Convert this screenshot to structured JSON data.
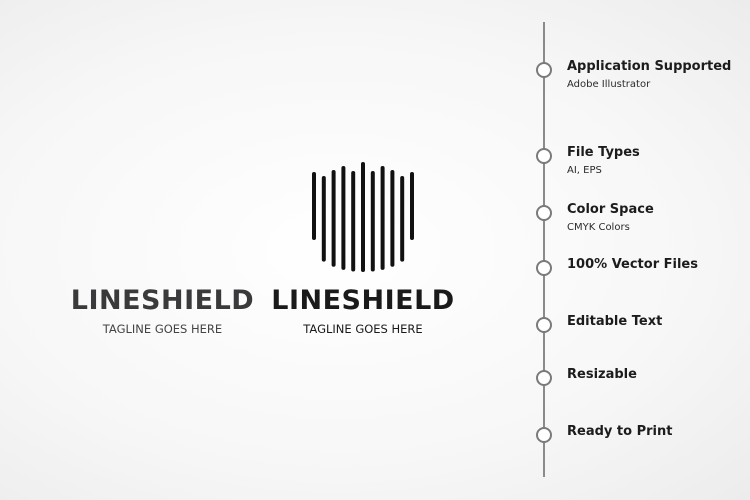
{
  "logos": [
    {
      "brand": "LINESHIELD",
      "tagline": "TAGLINE GOES HERE",
      "style": "gradient",
      "colors": [
        "#2aaad8",
        "#8fd16a"
      ]
    },
    {
      "brand": "LINESHIELD",
      "tagline": "TAGLINE GOES HERE",
      "style": "monochrome",
      "colors": [
        "#111111"
      ]
    }
  ],
  "features": [
    {
      "title": "Application Supported",
      "subtitle": "Adobe Illustrator"
    },
    {
      "title": "File Types",
      "subtitle": "AI, EPS"
    },
    {
      "title": "Color Space",
      "subtitle": "CMYK Colors"
    },
    {
      "title": "100% Vector Files",
      "subtitle": ""
    },
    {
      "title": "Editable Text",
      "subtitle": ""
    },
    {
      "title": "Resizable",
      "subtitle": ""
    },
    {
      "title": "Ready to Print",
      "subtitle": ""
    }
  ],
  "timeline_color": "#8a8a8a"
}
